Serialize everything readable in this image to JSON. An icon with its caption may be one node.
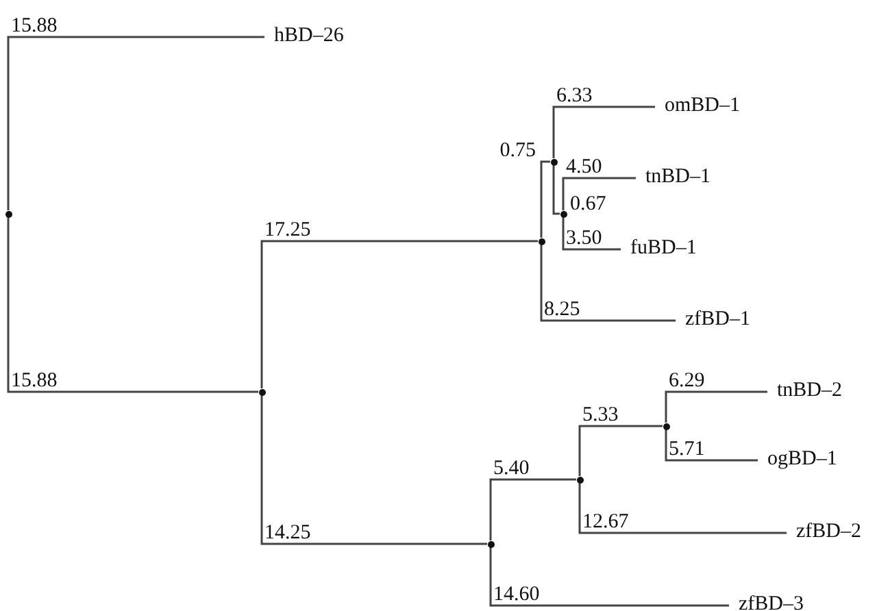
{
  "diagram": {
    "nodes": [
      {
        "text": [],
        "shape": "circle"
      },
      {
        "text": [
          "hBD–26"
        ]
      },
      {
        "text": [],
        "shape": "circle"
      },
      {
        "text": [],
        "shape": "circle"
      },
      {
        "text": [],
        "shape": "circle"
      },
      {
        "text": [
          "omBD–1"
        ]
      },
      {
        "text": [],
        "shape": "circle"
      },
      {
        "text": [
          "tnBD–1"
        ]
      },
      {
        "text": [
          "fuBD–1"
        ]
      },
      {
        "text": [
          "zfBD–1"
        ]
      },
      {
        "text": [],
        "shape": "circle"
      },
      {
        "text": [],
        "shape": "circle"
      },
      {
        "text": [],
        "shape": "circle"
      },
      {
        "text": [
          "tnBD–2"
        ]
      },
      {
        "text": [
          "ogBD–1"
        ]
      },
      {
        "text": [
          "zfBD–2"
        ]
      },
      {
        "text": [
          "zfBD–3"
        ]
      }
    ],
    "edges": [
      {
        "from": 0,
        "to": 1,
        "arrow": "none",
        "label": "15.88"
      },
      {
        "from": 0,
        "to": 2,
        "arrow": "none",
        "label": "15.88"
      },
      {
        "from": 2,
        "to": 3,
        "arrow": "none",
        "label": "17.25"
      },
      {
        "from": 2,
        "to": 10,
        "arrow": "none",
        "label": "14.25"
      },
      {
        "from": 3,
        "to": 4,
        "arrow": "none",
        "label": "0.75"
      },
      {
        "from": 4,
        "to": 5,
        "arrow": "none",
        "label": "6.33"
      },
      {
        "from": 4,
        "to": 6,
        "arrow": "none",
        "label": "0.67"
      },
      {
        "from": 6,
        "to": 7,
        "arrow": "none",
        "label": "4.50"
      },
      {
        "from": 6,
        "to": 8,
        "arrow": "none",
        "label": "3.50"
      },
      {
        "from": 3,
        "to": 9,
        "arrow": "none",
        "label": "8.25"
      },
      {
        "from": 10,
        "to": 11,
        "arrow": "none",
        "label": "5.40"
      },
      {
        "from": 11,
        "to": 12,
        "arrow": "none",
        "label": "5.33"
      },
      {
        "from": 12,
        "to": 13,
        "arrow": "none",
        "label": "6.29"
      },
      {
        "from": 12,
        "to": 14,
        "arrow": "none",
        "label": "5.71"
      },
      {
        "from": 11,
        "to": 15,
        "arrow": "none",
        "label": "12.67"
      },
      {
        "from": 10,
        "to": 16,
        "arrow": "none",
        "label": "14.60"
      }
    ]
  }
}
